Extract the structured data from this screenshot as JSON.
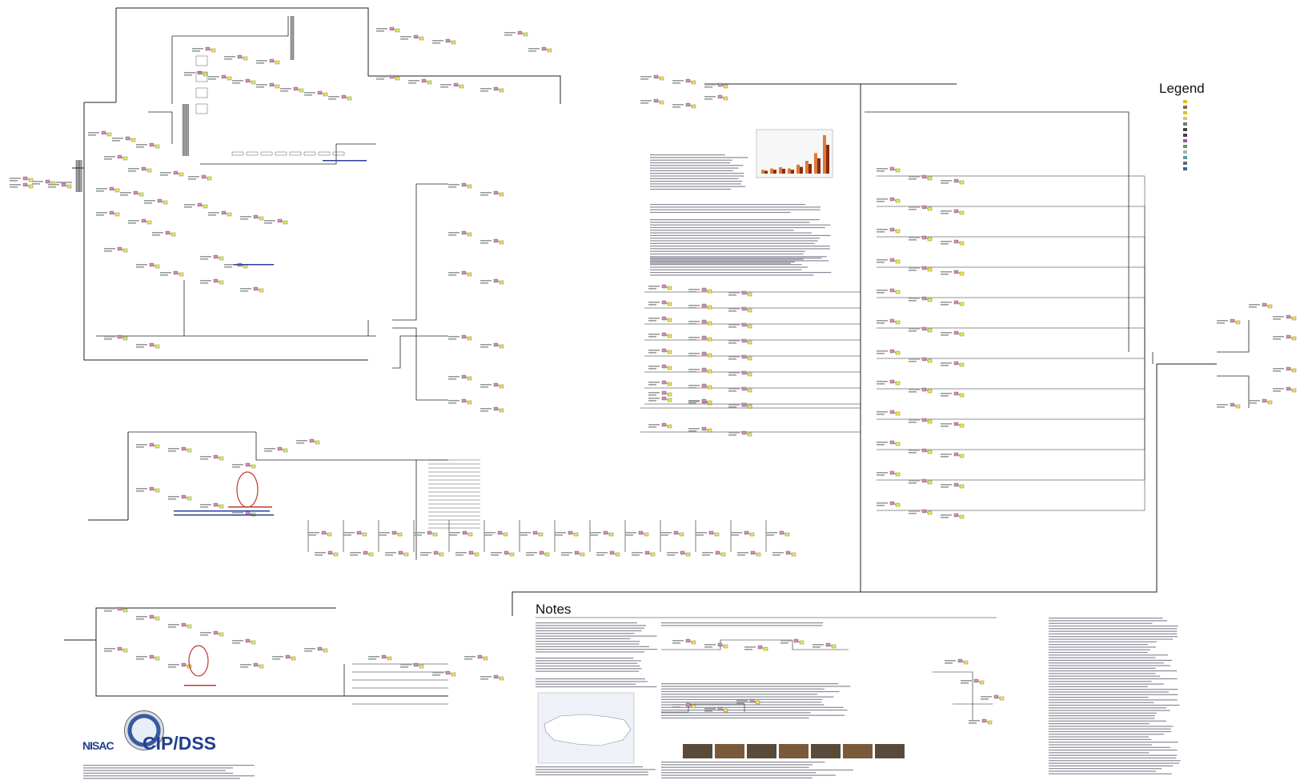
{
  "legend": {
    "title": "Legend",
    "items": [
      {
        "color": "#d9c02c"
      },
      {
        "color": "#8a6a3a"
      },
      {
        "color": "#d9c02c"
      },
      {
        "color": "#cccc66"
      },
      {
        "color": "#777777"
      },
      {
        "color": "#444444"
      },
      {
        "color": "#444444"
      },
      {
        "color": "#9a5aa0"
      },
      {
        "color": "#5aa05a"
      },
      {
        "color": "#b0b0b0"
      },
      {
        "color": "#5aa0a0"
      },
      {
        "color": "#666666"
      },
      {
        "color": "#336699"
      }
    ]
  },
  "notes": {
    "title": "Notes"
  },
  "brand": {
    "acronym": "NISAC",
    "title": "CIP/DSS"
  },
  "colors": {
    "line": "#222222",
    "node_yellow": "#f0e84a",
    "node_pink": "#d98ab0",
    "node_green": "#5aa84a",
    "node_teal": "#3a9aa0",
    "annotation_red": "#c0392b",
    "annotation_blue": "#2c3e9c",
    "bar_dark": "#8b2a0e",
    "bar_light": "#e07a3a"
  }
}
